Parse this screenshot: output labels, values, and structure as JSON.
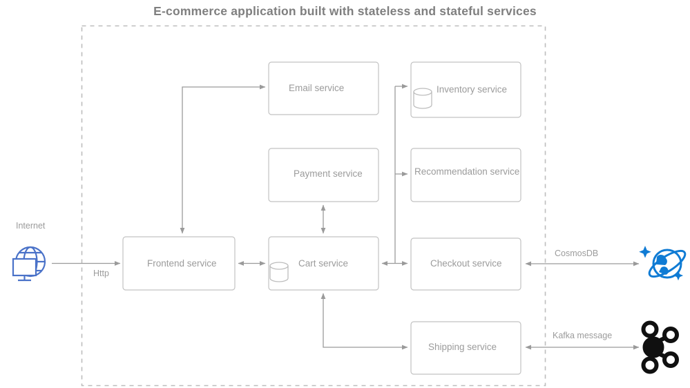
{
  "diagram": {
    "title": "E-commerce application built with stateless and stateful services",
    "colors": {
      "title_text": "#7f7f7f",
      "node_text": "#9b9b9b",
      "node_border": "#bfbfbf",
      "edge_line": "#9a9a9a",
      "boundary_dash": "#bdbdbd",
      "internet_icon": "#4a72c8",
      "cosmosdb_icon": "#0f7bd4",
      "kafka_icon": "#101010"
    },
    "boundary": {
      "name": "cluster-boundary",
      "style": "dashed"
    },
    "nodes": [
      {
        "id": "email",
        "label": "Email service",
        "stateful": false
      },
      {
        "id": "payment",
        "label": "Payment service",
        "stateful": false
      },
      {
        "id": "frontend",
        "label": "Frontend service",
        "stateful": false
      },
      {
        "id": "cart",
        "label": "Cart service",
        "stateful": true
      },
      {
        "id": "inventory",
        "label": "Inventory service",
        "stateful": true
      },
      {
        "id": "recommendation",
        "label": "Recommendation service",
        "stateful": false
      },
      {
        "id": "checkout",
        "label": "Checkout service",
        "stateful": false
      },
      {
        "id": "shipping",
        "label": "Shipping service",
        "stateful": false
      }
    ],
    "externals": [
      {
        "id": "internet",
        "label": "Internet",
        "icon": "globe-monitor-icon"
      },
      {
        "id": "cosmosdb",
        "label": "",
        "icon": "cosmosdb-icon"
      },
      {
        "id": "kafka",
        "label": "",
        "icon": "kafka-icon"
      }
    ],
    "edge_labels": {
      "http": "Http",
      "cosmosdb": "CosmosDB",
      "kafka": "Kafka message"
    },
    "connections": [
      {
        "from": "internet",
        "to": "frontend",
        "label": "Http",
        "arrow": "single"
      },
      {
        "from": "frontend",
        "to": "cart",
        "label": "",
        "arrow": "double"
      },
      {
        "from": "frontend",
        "to": "email",
        "label": "",
        "arrow": "single"
      },
      {
        "from": "payment",
        "to": "cart",
        "label": "",
        "arrow": "double"
      },
      {
        "from": "cart",
        "to": "checkout",
        "label": "",
        "arrow": "double"
      },
      {
        "from": "cart",
        "to": "inventory",
        "label": "",
        "arrow": "single"
      },
      {
        "from": "cart",
        "to": "recommendation",
        "label": "",
        "arrow": "single"
      },
      {
        "from": "cart",
        "to": "shipping",
        "label": "",
        "arrow": "double"
      },
      {
        "from": "checkout",
        "to": "cosmosdb",
        "label": "CosmosDB",
        "arrow": "double"
      },
      {
        "from": "shipping",
        "to": "kafka",
        "label": "Kafka message",
        "arrow": "double"
      }
    ]
  }
}
